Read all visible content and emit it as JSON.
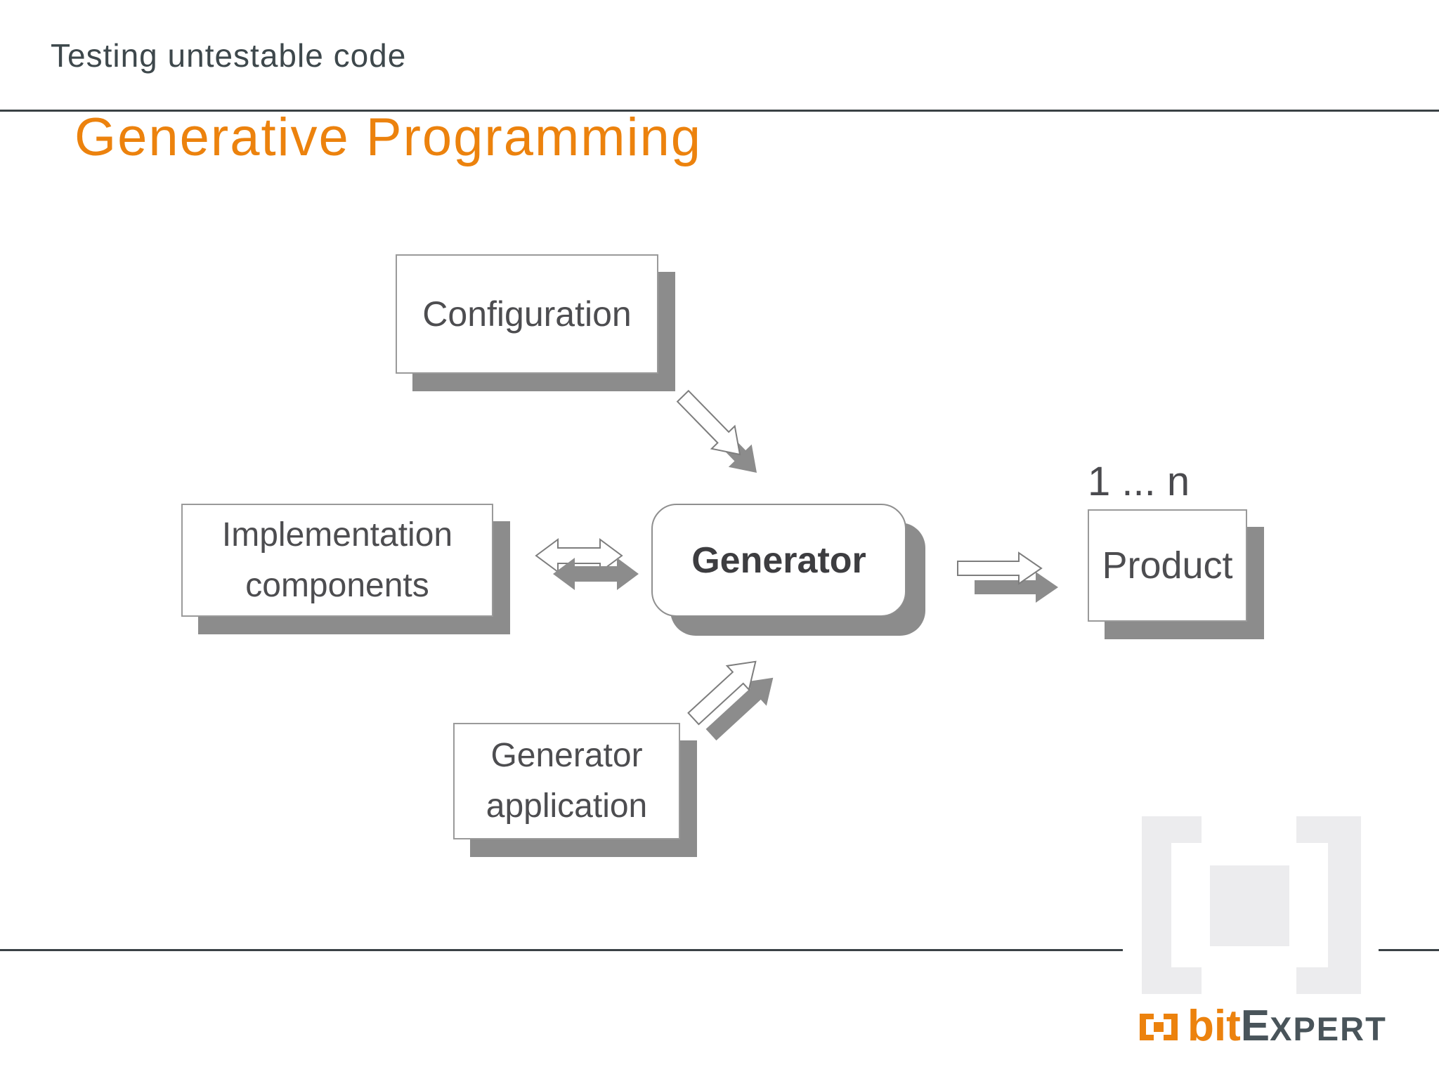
{
  "header": {
    "title": "Testing untestable code"
  },
  "slide": {
    "title": "Generative Programming"
  },
  "diagram": {
    "nodes": {
      "configuration": {
        "label": "Configuration"
      },
      "implementation_components": {
        "line1": "Implementation",
        "line2": "components"
      },
      "generator": {
        "label": "Generator"
      },
      "generator_application": {
        "line1": "Generator",
        "line2": "application"
      },
      "product": {
        "label": "Product",
        "multiplicity": "1 ... n"
      }
    },
    "arrows": [
      {
        "name": "configuration-to-generator",
        "direction": "down-right"
      },
      {
        "name": "implementation-components-generator",
        "direction": "bidirectional-horizontal"
      },
      {
        "name": "generator-application-to-generator",
        "direction": "up-right"
      },
      {
        "name": "generator-to-product",
        "direction": "right"
      }
    ]
  },
  "logo": {
    "bit": "bit",
    "expert_cap": "E",
    "expert_rest": "XPERT"
  },
  "colors": {
    "accent_orange": "#ec820d",
    "shadow_gray": "#8c8c8c",
    "node_text": "#4d4d50",
    "heading_gray": "#3e484c",
    "rule_gray": "#3a4145",
    "watermark_gray": "#ececee",
    "node_border": "#9a9a9a"
  }
}
